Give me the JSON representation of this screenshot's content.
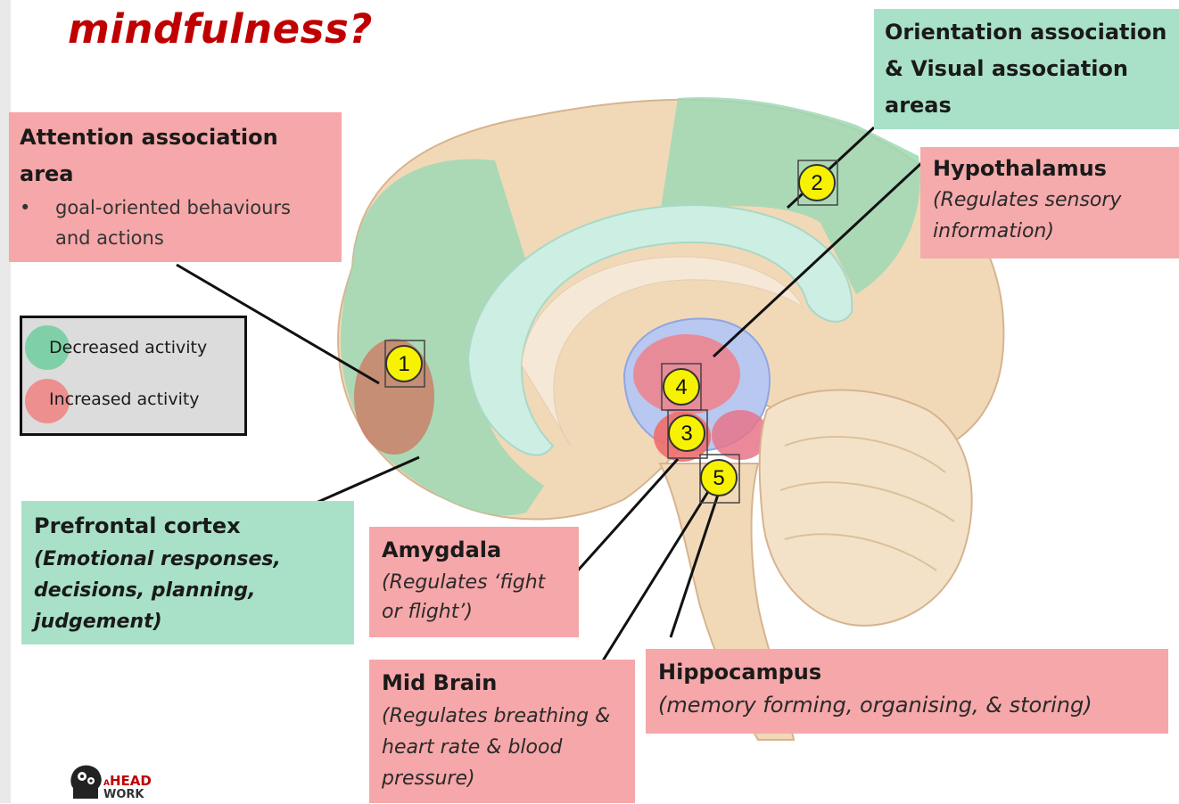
{
  "title": "mindfulness?",
  "labels": {
    "attention": {
      "heading": "Attention association area",
      "bullet": "goal-oriented behaviours and actions"
    },
    "orientation": {
      "heading": "Orientation association & Visual association areas"
    },
    "hypothalamus": {
      "heading": "Hypothalamus",
      "desc": "(Regulates sensory information)"
    },
    "prefrontal": {
      "heading": "Prefrontal cortex",
      "desc": "(Emotional responses, decisions, planning, judgement)"
    },
    "amygdala": {
      "heading": "Amygdala",
      "desc": "(Regulates ‘fight or flight’)"
    },
    "midbrain": {
      "heading": "Mid Brain",
      "desc": "(Regulates breathing & heart rate & blood pressure)"
    },
    "hippocampus": {
      "heading": "Hippocampus",
      "desc": "(memory forming, organising, & storing)"
    }
  },
  "legend": {
    "decreased": "Decreased activity",
    "increased": "Increased activity",
    "decreased_color": "#7fd0a8",
    "increased_color": "#ee8f8f"
  },
  "markers": [
    "1",
    "2",
    "3",
    "4",
    "5"
  ],
  "logo": {
    "line1": "HEAD",
    "line2": "WORK",
    "prefix": "A"
  }
}
